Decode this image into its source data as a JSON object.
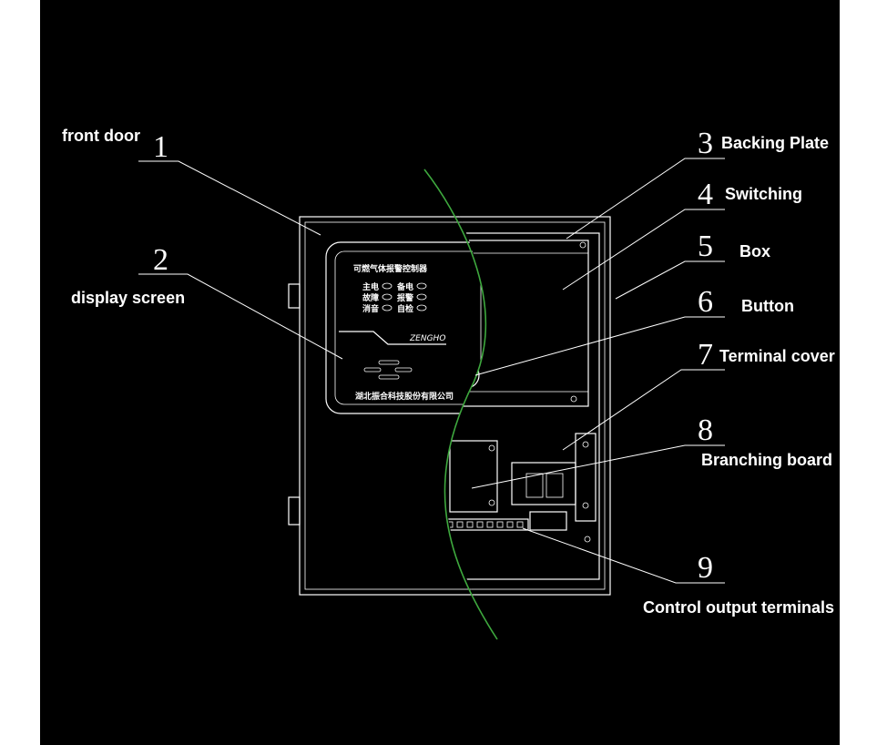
{
  "colors": {
    "background": "#000000",
    "frame": "#ffffff",
    "lines": "#ffffff",
    "cut_line": "#3ea83e"
  },
  "callouts": [
    {
      "number": "1",
      "label": "front door"
    },
    {
      "number": "2",
      "label": "display screen"
    },
    {
      "number": "3",
      "label": "Backing Plate"
    },
    {
      "number": "4",
      "label": "Switching"
    },
    {
      "number": "5",
      "label": "Box"
    },
    {
      "number": "6",
      "label": "Button"
    },
    {
      "number": "7",
      "label": "Terminal cover"
    },
    {
      "number": "8",
      "label": "Branching board"
    },
    {
      "number": "9",
      "label": "Control output terminals"
    }
  ],
  "panel": {
    "title": "可燃气体报警控制器",
    "indicators": [
      "主电",
      "备电",
      "故障",
      "报警",
      "消音",
      "自检"
    ],
    "brand": "ZENGHO",
    "company": "湖北振合科技股份有限公司"
  }
}
